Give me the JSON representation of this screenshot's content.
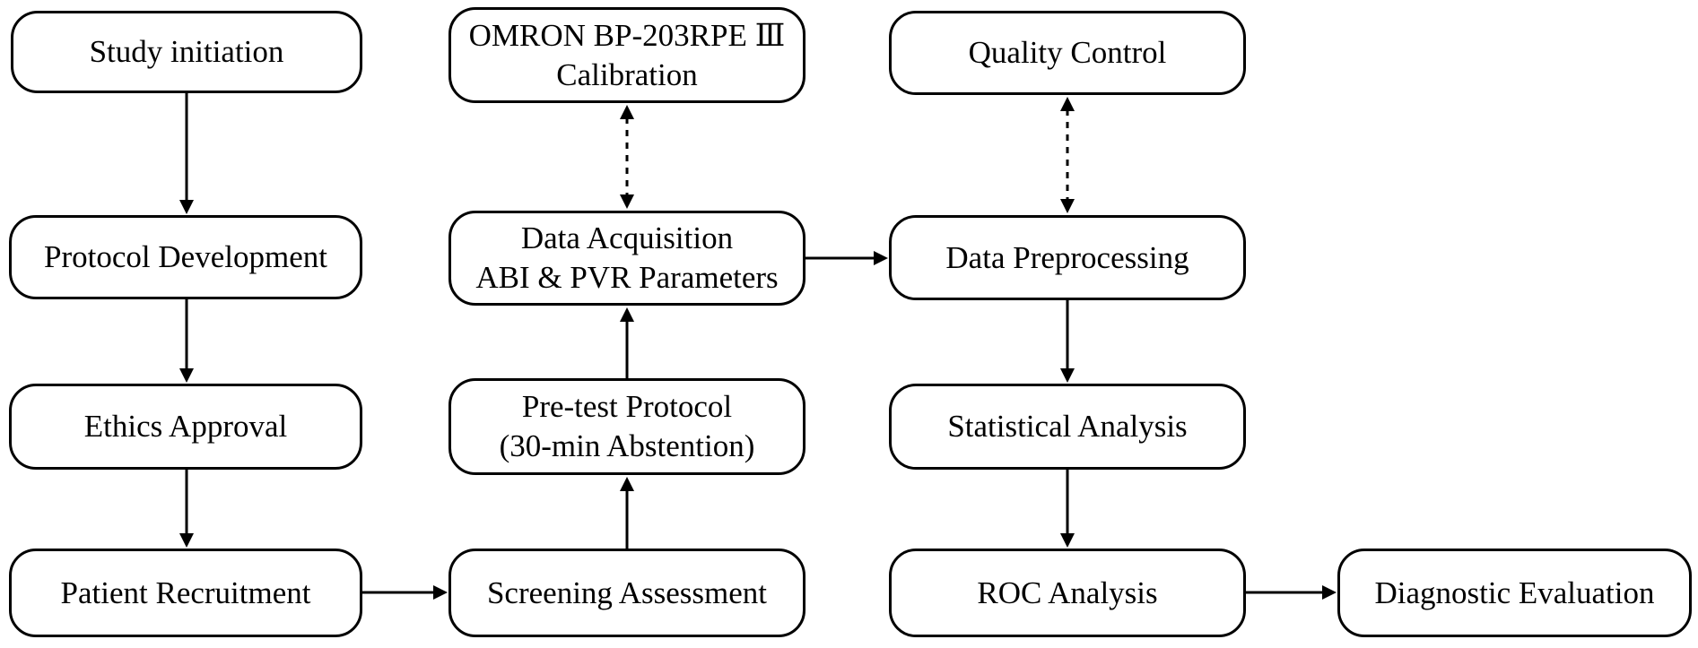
{
  "diagram": {
    "title": "Study workflow flowchart",
    "background_color": "#ffffff",
    "box_border_color": "#000000",
    "text_color": "#000000",
    "nodes": {
      "study_initiation": {
        "label": "Study initiation"
      },
      "protocol_development": {
        "label": "Protocol Development"
      },
      "ethics_approval": {
        "label": "Ethics Approval"
      },
      "patient_recruitment": {
        "label": "Patient Recruitment"
      },
      "omron_calibration": {
        "label": "OMRON BP-203RPE Ⅲ\nCalibration"
      },
      "data_acquisition": {
        "label": "Data Acquisition\nABI & PVR Parameters"
      },
      "pretest_protocol": {
        "label": "Pre-test Protocol\n(30-min Abstention)"
      },
      "screening_assessment": {
        "label": "Screening Assessment"
      },
      "quality_control": {
        "label": "Quality Control"
      },
      "data_preprocessing": {
        "label": "Data Preprocessing"
      },
      "statistical_analysis": {
        "label": "Statistical Analysis"
      },
      "roc_analysis": {
        "label": "ROC Analysis"
      },
      "diagnostic_evaluation": {
        "label": "Diagnostic Evaluation"
      }
    },
    "edges": [
      {
        "from": "study_initiation",
        "to": "protocol_development",
        "style": "solid",
        "arrow": "single",
        "direction": "down"
      },
      {
        "from": "protocol_development",
        "to": "ethics_approval",
        "style": "solid",
        "arrow": "single",
        "direction": "down"
      },
      {
        "from": "ethics_approval",
        "to": "patient_recruitment",
        "style": "solid",
        "arrow": "single",
        "direction": "down"
      },
      {
        "from": "patient_recruitment",
        "to": "screening_assessment",
        "style": "solid",
        "arrow": "single",
        "direction": "right"
      },
      {
        "from": "screening_assessment",
        "to": "pretest_protocol",
        "style": "solid",
        "arrow": "single",
        "direction": "up"
      },
      {
        "from": "pretest_protocol",
        "to": "data_acquisition",
        "style": "solid",
        "arrow": "single",
        "direction": "up"
      },
      {
        "from": "omron_calibration",
        "to": "data_acquisition",
        "style": "dashed",
        "arrow": "double",
        "direction": "vertical"
      },
      {
        "from": "data_acquisition",
        "to": "data_preprocessing",
        "style": "solid",
        "arrow": "single",
        "direction": "right"
      },
      {
        "from": "quality_control",
        "to": "data_preprocessing",
        "style": "dashed",
        "arrow": "double",
        "direction": "vertical"
      },
      {
        "from": "data_preprocessing",
        "to": "statistical_analysis",
        "style": "solid",
        "arrow": "single",
        "direction": "down"
      },
      {
        "from": "statistical_analysis",
        "to": "roc_analysis",
        "style": "solid",
        "arrow": "single",
        "direction": "down"
      },
      {
        "from": "roc_analysis",
        "to": "diagnostic_evaluation",
        "style": "solid",
        "arrow": "single",
        "direction": "right"
      }
    ]
  }
}
